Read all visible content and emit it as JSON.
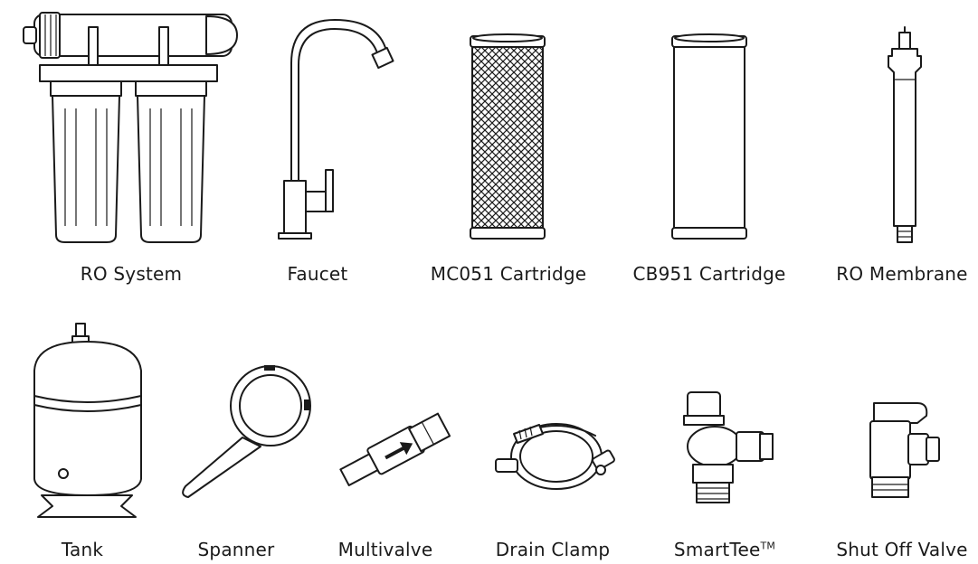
{
  "items": [
    {
      "label": "RO System",
      "icon": "ro-system-icon"
    },
    {
      "label": "Faucet",
      "icon": "faucet-icon"
    },
    {
      "label": "MC051 Cartridge",
      "icon": "mc051-cartridge-icon"
    },
    {
      "label": "CB951 Cartridge",
      "icon": "cb951-cartridge-icon"
    },
    {
      "label": "RO Membrane",
      "icon": "ro-membrane-icon"
    },
    {
      "label": "Tank",
      "icon": "tank-icon"
    },
    {
      "label": "Spanner",
      "icon": "spanner-icon"
    },
    {
      "label": "Multivalve",
      "icon": "multivalve-icon"
    },
    {
      "label": "Drain Clamp",
      "icon": "drain-clamp-icon"
    },
    {
      "label": "SmartTee",
      "label_suffix": "TM",
      "icon": "smarttee-icon"
    },
    {
      "label": "Shut Off Valve",
      "icon": "shut-off-valve-icon"
    }
  ]
}
